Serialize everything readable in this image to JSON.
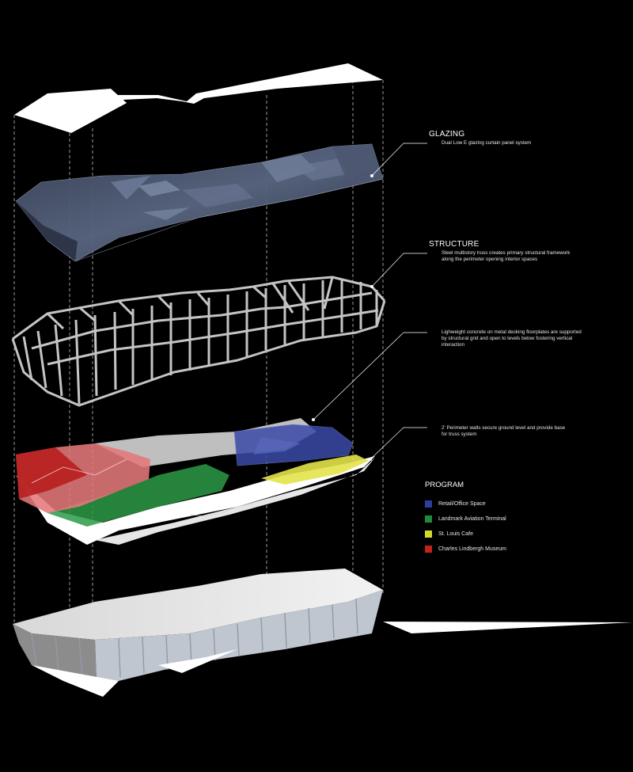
{
  "layers": [
    {
      "title": "",
      "description": ""
    },
    {
      "title": "GLAZING",
      "description": "Dual Low E glazing curtain panel system"
    },
    {
      "title": "STRUCTURE",
      "description": "Steel multistory truss creates primary structural framework along the perimeter opening interior spaces"
    },
    {
      "title": "",
      "description": "Lighweight concrete on metal decking floorplates are supported by structural grid and open to levels below fostering vertical interaction"
    },
    {
      "title": "",
      "description": "2' Perimeter walls secure ground level and provide base for truss system"
    }
  ],
  "program": {
    "title": "PROGRAM",
    "items": [
      {
        "label": "Retail/Office Space",
        "color": "#2f3d9e"
      },
      {
        "label": "Landmark Aviation Terminal",
        "color": "#1f8a3b"
      },
      {
        "label": "St. Louis Cafe",
        "color": "#d6d62b"
      },
      {
        "label": "Charles Lindbergh Museum",
        "color": "#c4201d"
      }
    ]
  },
  "colors": {
    "background": "#000000",
    "glazing": "#5a6782",
    "structure": "#bfbfbf",
    "surface": "#ffffff"
  }
}
